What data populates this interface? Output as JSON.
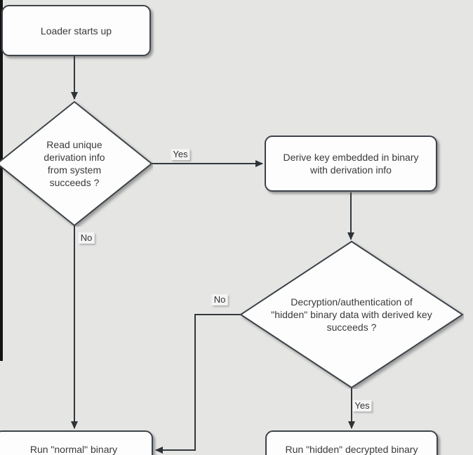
{
  "canvas": {
    "background": "#e5e5e4",
    "node_fill": "#fdfdfd",
    "node_border": "#3e444a",
    "line_color": "#33383c",
    "text_color": "#3a3a3a"
  },
  "nodes": {
    "loader": {
      "label": "Loader starts up"
    },
    "read_derivation": {
      "label": "Read unique\nderivation info\nfrom system\nsucceeds ?"
    },
    "derive_key": {
      "label": "Derive key embedded in binary\nwith derivation info"
    },
    "decrypt_auth": {
      "label": "Decryption/authentication of\n\"hidden\" binary data with derived key\nsucceeds ?"
    },
    "run_normal": {
      "label": "Run \"normal\" binary"
    },
    "run_hidden": {
      "label": "Run \"hidden\" decrypted binary"
    }
  },
  "edge_labels": {
    "read_yes": "Yes",
    "read_no": "No",
    "decrypt_no": "No",
    "decrypt_yes": "Yes"
  },
  "edges": [
    {
      "from": "loader",
      "to": "read_derivation",
      "label": ""
    },
    {
      "from": "read_derivation",
      "to": "derive_key",
      "label": "Yes"
    },
    {
      "from": "read_derivation",
      "to": "run_normal",
      "label": "No"
    },
    {
      "from": "derive_key",
      "to": "decrypt_auth",
      "label": ""
    },
    {
      "from": "decrypt_auth",
      "to": "run_normal",
      "label": "No"
    },
    {
      "from": "decrypt_auth",
      "to": "run_hidden",
      "label": "Yes"
    }
  ]
}
